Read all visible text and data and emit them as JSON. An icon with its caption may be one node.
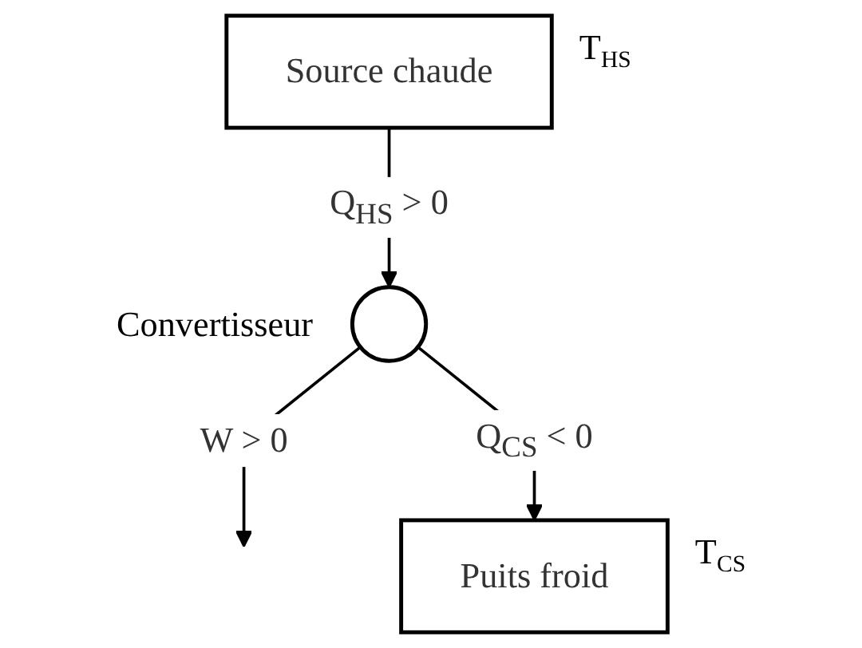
{
  "diagram": {
    "nodes": [
      {
        "text": [
          "Source chaude"
        ],
        "beside": [
          "T$_{HS}$"
        ]
      },
      {
        "text": [],
        "shape": "circle",
        "beside": [
          "Convertisseur"
        ]
      },
      {
        "text": [
          "Puits froid"
        ],
        "beside": [
          "T$_{CS}$"
        ]
      }
    ],
    "edges": [
      {
        "from": 0,
        "to": 1,
        "arrow": "to",
        "label": "Q$_{HS}$ > 0"
      },
      {
        "from": 1,
        "to": null,
        "arrow": "to",
        "label": "W > 0"
      },
      {
        "from": 1,
        "to": 2,
        "arrow": "to",
        "label": "Q$_{CS}$ < 0"
      }
    ]
  }
}
